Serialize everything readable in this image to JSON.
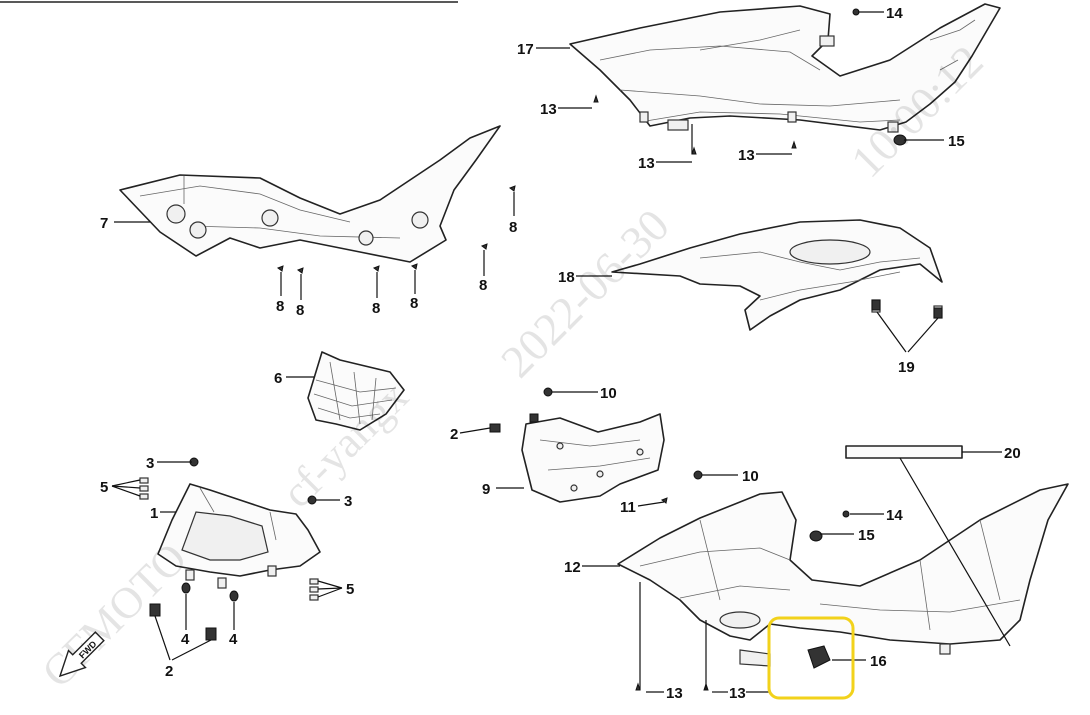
{
  "callouts": {
    "c1": "1",
    "c2a": "2",
    "c2b": "2",
    "c3a": "3",
    "c3b": "3",
    "c4a": "4",
    "c4b": "4",
    "c5a": "5",
    "c5b": "5",
    "c6": "6",
    "c7": "7",
    "c8a": "8",
    "c8b": "8",
    "c8c": "8",
    "c8d": "8",
    "c8e": "8",
    "c8f": "8",
    "c9": "9",
    "c10a": "10",
    "c10b": "10",
    "c11": "11",
    "c12": "12",
    "c13a": "13",
    "c13b": "13",
    "c13c": "13",
    "c13d": "13",
    "c13e": "13",
    "c14a": "14",
    "c14b": "14",
    "c15a": "15",
    "c15b": "15",
    "c16": "16",
    "c17": "17",
    "c18": "18",
    "c19": "19",
    "c20": "20"
  },
  "watermark": {
    "brand": "CFMOTO",
    "user": "cf-yangx",
    "date": "2022-06-30",
    "time": "10:00:12"
  },
  "fwd_label": "FWD",
  "highlight_color": "#f2d21b"
}
